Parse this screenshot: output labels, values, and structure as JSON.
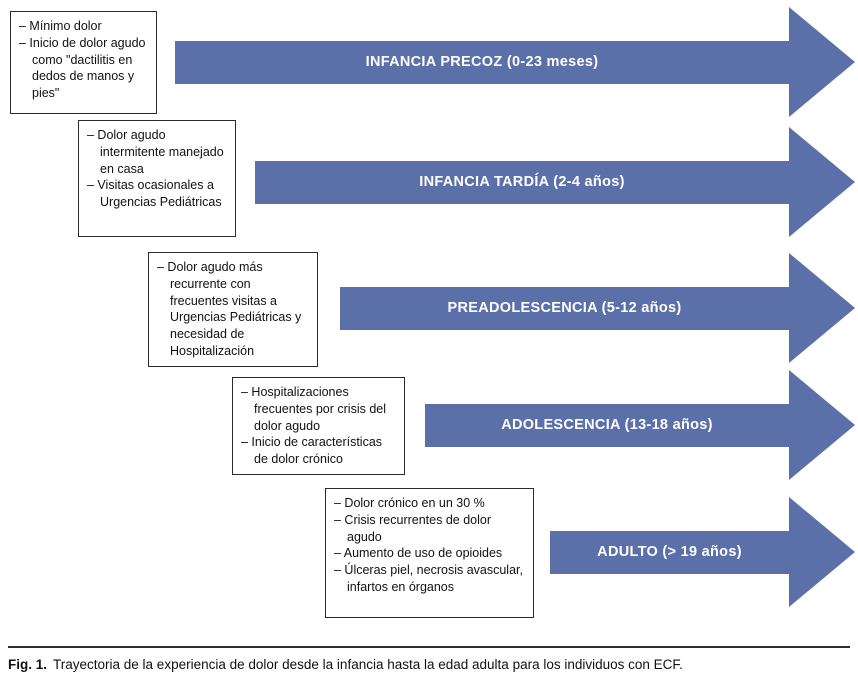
{
  "figure": {
    "arrow_color": "#5b6fa8",
    "stages": [
      {
        "label": "INFANCIA PRECOZ (0-23 meses)",
        "notes": [
          "– Mínimo dolor",
          "– Inicio de dolor agudo como \"dactilitis en dedos de manos y pies\""
        ]
      },
      {
        "label": "INFANCIA TARDÍA (2-4 años)",
        "notes": [
          "– Dolor agudo intermitente manejado en casa",
          "– Visitas ocasionales a Urgencias Pediátricas"
        ]
      },
      {
        "label": "PREADOLESCENCIA (5-12 años)",
        "notes": [
          "– Dolor agudo más recurrente con frecuentes visitas a Urgencias Pediátricas y necesidad de Hospitalización"
        ]
      },
      {
        "label": "ADOLESCENCIA (13-18 años)",
        "notes": [
          "– Hospitalizaciones frecuentes por crisis del dolor agudo",
          "– Inicio de características de dolor crónico"
        ]
      },
      {
        "label": "ADULTO (> 19 años)",
        "notes": [
          "– Dolor crónico en un 30 %",
          "– Crisis recurrentes de dolor agudo",
          "– Aumento de uso de opioides",
          "– Úlceras piel, necrosis avascular, infartos en órganos"
        ]
      }
    ],
    "caption": {
      "label": "Fig. 1.",
      "text": "Trayectoria de la experiencia de dolor desde la infancia hasta la edad adulta para los individuos con ECF."
    }
  }
}
